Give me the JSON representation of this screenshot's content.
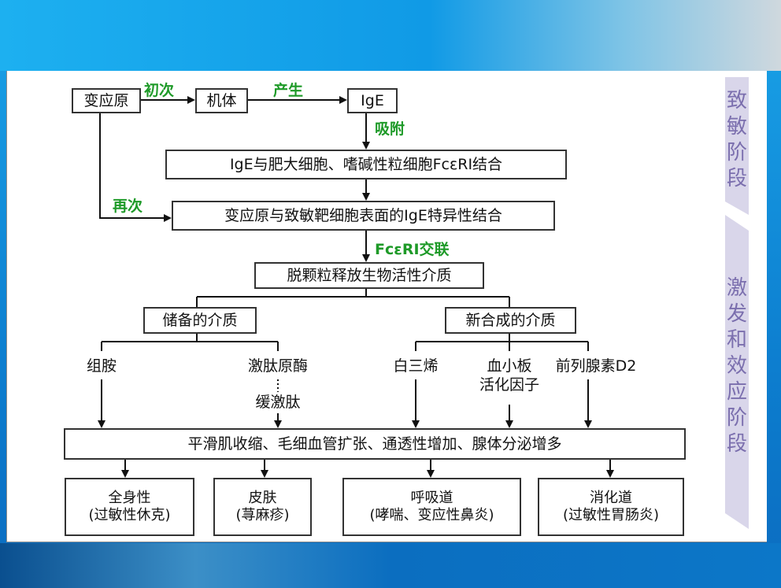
{
  "nodes": {
    "allergen": "变应原",
    "body": "机体",
    "ige": "IgE",
    "mast_bind": "IgE与肥大细胞、嗜碱性粒细胞FcεRⅠ结合",
    "target_bind": "变应原与致敏靶细胞表面的IgE特异性结合",
    "degranulation": "脱颗粒释放生物活性介质",
    "stored": "储备的介质",
    "synth": "新合成的介质",
    "symptoms": "平滑肌收缩、毛细血管扩张、通透性增加、腺体分泌增多"
  },
  "edge_labels": {
    "first": "初次",
    "produce": "产生",
    "adsorb": "吸附",
    "again": "再次",
    "crosslink": "FcεRⅠ交联"
  },
  "mediators": {
    "histamine": "组胺",
    "kininogenase": "激肽原酶",
    "bradykinin": "缓激肽",
    "leukotriene": "白三烯",
    "paf_line1": "血小板",
    "paf_line2": "活化因子",
    "pgd2": "前列腺素D2"
  },
  "outcomes": [
    {
      "title": "全身性",
      "sub": "(过敏性休克)"
    },
    {
      "title": "皮肤",
      "sub": "(荨麻疹)"
    },
    {
      "title": "呼吸道",
      "sub": "(哮喘、变应性鼻炎)"
    },
    {
      "title": "消化道",
      "sub": "(过敏性胃肠炎)"
    }
  ],
  "stages": {
    "sensitization": [
      "致",
      "敏",
      "阶",
      "段"
    ],
    "effector": [
      "激",
      "发",
      "和",
      "效",
      "应",
      "阶",
      "段"
    ]
  },
  "colors": {
    "edge_label": "#1e9a28",
    "stage_text": "#7b6fae",
    "stage_band": "#d9d6ea"
  }
}
